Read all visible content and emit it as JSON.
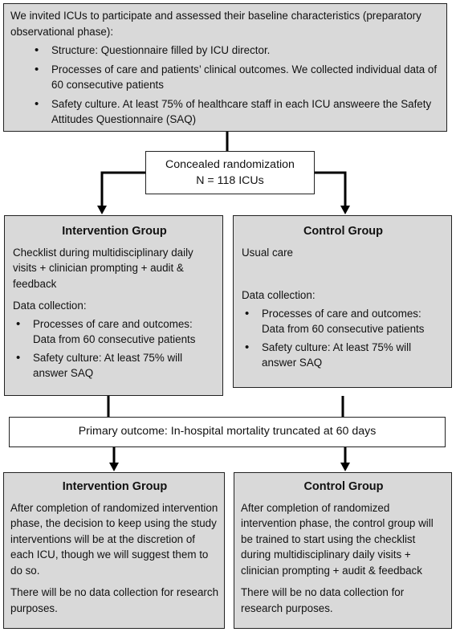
{
  "phase_box": {
    "intro": "We invited ICUs to participate and assessed their baseline characteristics (preparatory observational phase):",
    "bullets": [
      "Structure: Questionnaire filled by ICU director.",
      "Processes of care and patients’ clinical outcomes. We collected individual data of 60 consecutive patients",
      "Safety culture. At least 75% of healthcare staff in each ICU answeere the Safety Attitudes Questionnaire (SAQ)"
    ]
  },
  "randomization": {
    "line1": "Concealed randomization",
    "line2": "N = 118 ICUs"
  },
  "intervention_top": {
    "title": "Intervention Group",
    "description": "Checklist during multidisciplinary daily visits + clinician prompting + audit & feedback",
    "data_collection_label": "Data collection:",
    "bullets": [
      "Processes of care and outcomes: Data from 60 consecutive patients",
      "Safety culture: At least 75% will answer SAQ"
    ]
  },
  "control_top": {
    "title": "Control Group",
    "description": "Usual care",
    "data_collection_label": "Data collection:",
    "bullets": [
      "Processes of care and outcomes: Data from 60 consecutive patients",
      "Safety culture: At least 75% will answer SAQ"
    ]
  },
  "primary_outcome": {
    "text": "Primary outcome: In-hospital mortality truncated at 60 days"
  },
  "intervention_bottom": {
    "title": "Intervention Group",
    "para1": "After completion of randomized intervention phase, the decision to keep using the study interventions will be at the discretion of each ICU, though we will suggest them to do so.",
    "para2": "There will be no data collection for research purposes."
  },
  "control_bottom": {
    "title": "Control Group",
    "para1": "After completion of randomized intervention phase, the control group will be trained to start using the checklist during multidisciplinary daily visits + clinician prompting + audit & feedback",
    "para2": "There will be no data collection for research purposes."
  },
  "colors": {
    "box_fill": "#d9d9d9",
    "border": "#222222"
  }
}
